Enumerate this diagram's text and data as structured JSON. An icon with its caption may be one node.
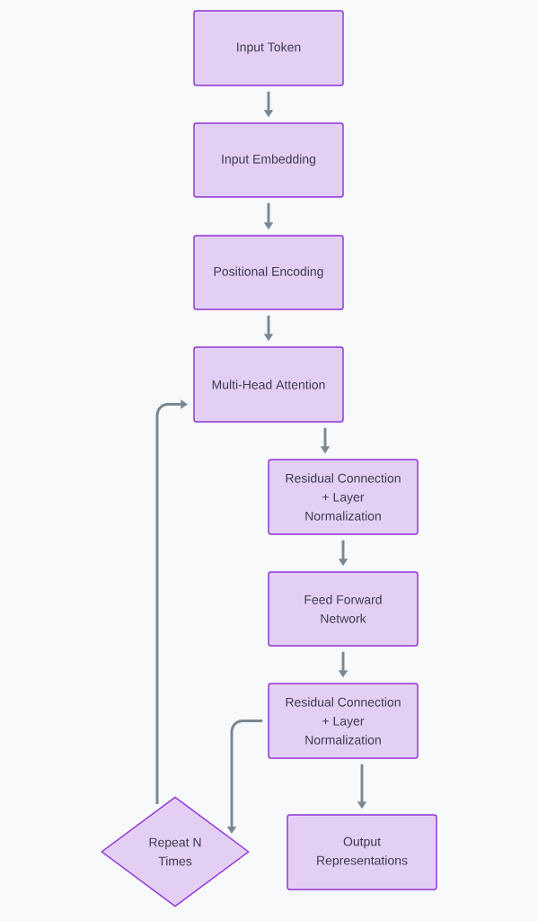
{
  "diagram": {
    "nodes": [
      {
        "text": [
          "Input Token"
        ]
      },
      {
        "text": [
          "Input Embedding"
        ]
      },
      {
        "text": [
          "Positional Encoding"
        ]
      },
      {
        "text": [
          "Multi-Head Attention"
        ]
      },
      {
        "text": [
          "Residual Connection + Layer Normalization"
        ]
      },
      {
        "text": [
          "Feed Forward Network"
        ]
      },
      {
        "text": [
          "Residual Connection + Layer Normalization"
        ]
      },
      {
        "text": [
          "Repeat N Times"
        ]
      },
      {
        "text": [
          "Output Representations"
        ]
      }
    ],
    "edges": [
      {
        "from": 0,
        "to": 1,
        "arrow": "to"
      },
      {
        "from": 1,
        "to": 2,
        "arrow": "to"
      },
      {
        "from": 2,
        "to": 3,
        "arrow": "to"
      },
      {
        "from": 3,
        "to": 4,
        "arrow": "to"
      },
      {
        "from": 4,
        "to": 5,
        "arrow": "to"
      },
      {
        "from": 5,
        "to": 6,
        "arrow": "to"
      },
      {
        "from": 6,
        "to": 8,
        "arrow": "to"
      },
      {
        "from": 6,
        "to": 7,
        "arrow": "to"
      },
      {
        "from": 7,
        "to": 3,
        "arrow": "to"
      }
    ]
  }
}
